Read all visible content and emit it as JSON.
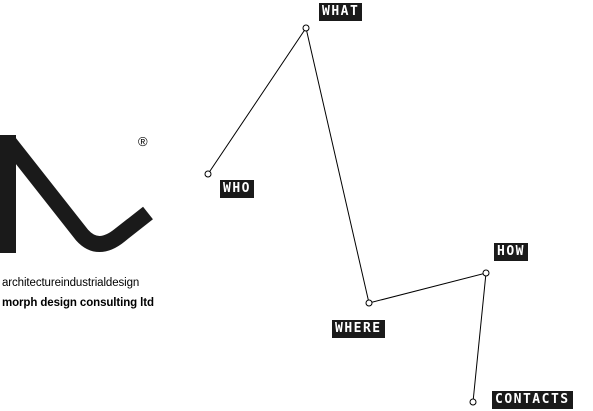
{
  "brand": {
    "registered_symbol": "®",
    "tagline": "architectureindustrialdesign",
    "company_name": "morph design consulting ltd",
    "logo_icon": "morph-logo-mark"
  },
  "nav": {
    "what": "WHAT",
    "who": "WHO",
    "how": "HOW",
    "where": "WHERE",
    "contacts": "CONTACTS"
  },
  "colors": {
    "label_background": "#1a1a1a",
    "label_text": "#ffffff",
    "line": "#000000",
    "logo": "#1a1a1a"
  }
}
